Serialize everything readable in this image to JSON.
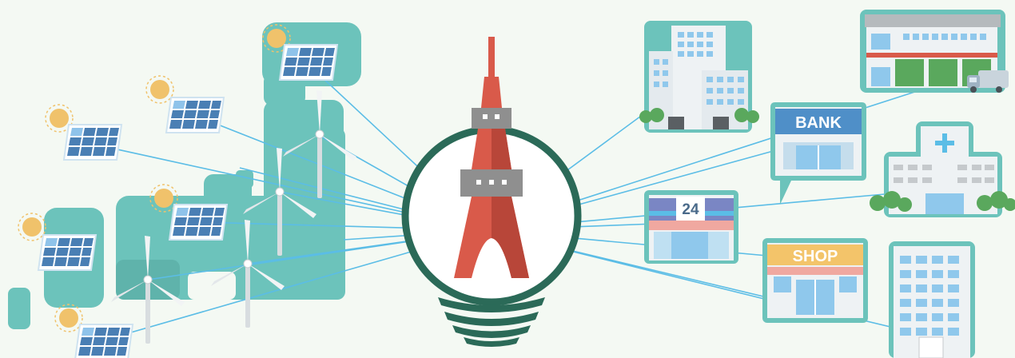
{
  "labels": {
    "bank": "BANK",
    "convenience_store": "24",
    "shop": "SHOP"
  },
  "colors": {
    "background": "#f4f9f3",
    "land": "#6cc3bb",
    "connection_line": "#5bbde6",
    "tower_red": "#d95a4a",
    "tower_gray": "#8f8f8f",
    "emblem_ring": "#2b6a58",
    "solar_panel": "#4a7fb4",
    "sun": "#f0c26b",
    "building_frame": "#6cc3bb",
    "bank_sign": "#4f8fc8",
    "shop_sign": "#f3c46a",
    "tree": "#5aa85d"
  },
  "icons": {
    "left_side": [
      "solar-panel-icon",
      "wind-turbine-icon",
      "sun-icon"
    ],
    "center": [
      "broadcast-tower-icon"
    ],
    "right_side": [
      "office-building-icon",
      "factory-icon",
      "bank-icon",
      "hospital-icon",
      "convenience-store-icon",
      "shop-icon",
      "apartment-icon",
      "delivery-truck-icon"
    ]
  }
}
